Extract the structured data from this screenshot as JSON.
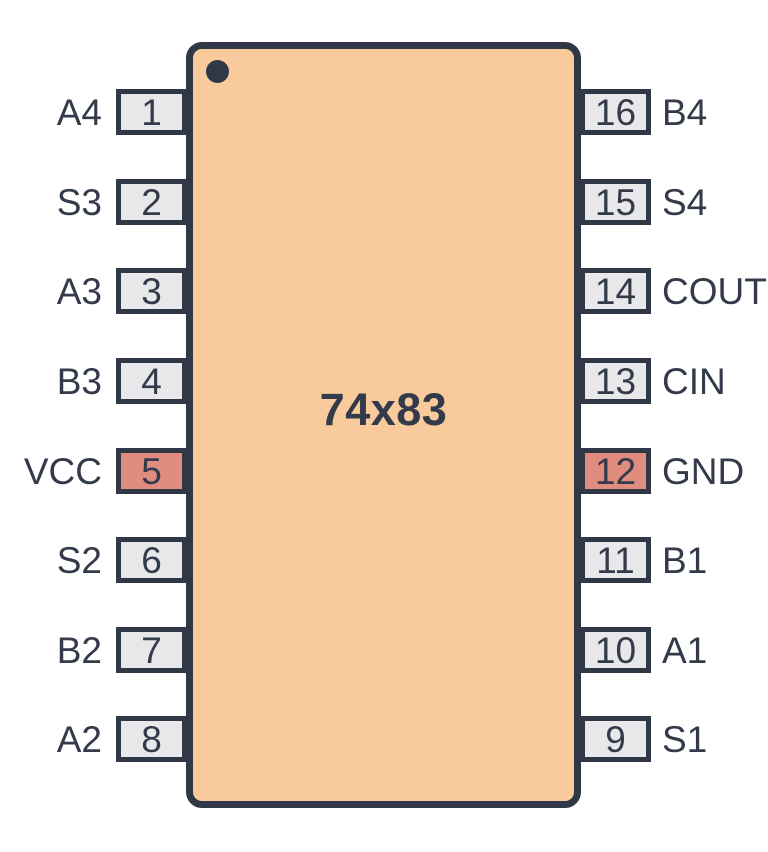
{
  "chip": {
    "label": "74x83"
  },
  "colors": {
    "background": "#ffffff",
    "outline": "#303747",
    "body_fill": "#F8CA9C",
    "pin_fill": "#E8E8EB",
    "power_pin_fill": "#E08C7E",
    "text": "#333A49"
  },
  "left_pins": [
    {
      "number": "1",
      "name": "A4",
      "power": false
    },
    {
      "number": "2",
      "name": "S3",
      "power": false
    },
    {
      "number": "3",
      "name": "A3",
      "power": false
    },
    {
      "number": "4",
      "name": "B3",
      "power": false
    },
    {
      "number": "5",
      "name": "VCC",
      "power": true
    },
    {
      "number": "6",
      "name": "S2",
      "power": false
    },
    {
      "number": "7",
      "name": "B2",
      "power": false
    },
    {
      "number": "8",
      "name": "A2",
      "power": false
    }
  ],
  "right_pins": [
    {
      "number": "16",
      "name": "B4",
      "power": false
    },
    {
      "number": "15",
      "name": "S4",
      "power": false
    },
    {
      "number": "14",
      "name": "COUT",
      "power": false
    },
    {
      "number": "13",
      "name": "CIN",
      "power": false
    },
    {
      "number": "12",
      "name": "GND",
      "power": true
    },
    {
      "number": "11",
      "name": "B1",
      "power": false
    },
    {
      "number": "10",
      "name": "A1",
      "power": false
    },
    {
      "number": "9",
      "name": "S1",
      "power": false
    }
  ]
}
